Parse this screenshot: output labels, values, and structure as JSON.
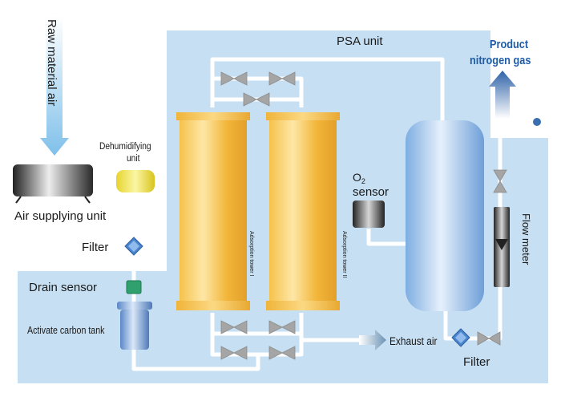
{
  "labels": {
    "raw_material_air": "Raw material air",
    "psa_unit": "PSA unit",
    "product_line1": "Product",
    "product_line2": "nitrogen gas",
    "dehumidifying_line1": "Dehumidifying",
    "dehumidifying_line2": "unit",
    "air_supplying_unit": "Air supplying unit",
    "filter_left": "Filter",
    "drain_sensor": "Drain sensor",
    "activate_carbon_tank": "Activate carbon tank",
    "tower_1": "Adsorption tower I",
    "tower_2": "Adsorption tower II",
    "o2_symbol": "O",
    "o2_subscript": "2",
    "sensor": "sensor",
    "exhaust_air": "Exhaust air",
    "filter_right": "Filter",
    "flow_meter": "Flow meter"
  },
  "colors": {
    "psa_background": "#c6dff2",
    "pipe": "#ffffff",
    "tower_gold": "#f2b63a",
    "tank_blue": "#9dc3ea",
    "valve_gray": "#9a9a9a",
    "arrow_blue": "#3a6fb0",
    "product_text": "#1f5da8"
  }
}
